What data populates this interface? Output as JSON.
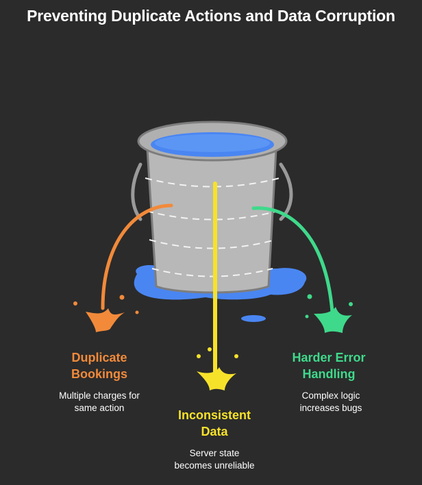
{
  "title": "Preventing Duplicate Actions and Data Corruption",
  "colors": {
    "background": "#2b2b2b",
    "orange": "#f28a3a",
    "yellow": "#f7e22a",
    "green": "#3fd98b",
    "water": "#4a86f2",
    "bucket": "#b8b8b8"
  },
  "items": [
    {
      "label_line1": "Duplicate",
      "label_line2": "Bookings",
      "desc_line1": "Multiple charges for",
      "desc_line2": "same action",
      "color": "#f28a3a"
    },
    {
      "label_line1": "Inconsistent",
      "label_line2": "Data",
      "desc_line1": "Server state",
      "desc_line2": "becomes unreliable",
      "color": "#f7e22a"
    },
    {
      "label_line1": "Harder Error",
      "label_line2": "Handling",
      "desc_line1": "Complex logic",
      "desc_line2": "increases bugs",
      "color": "#3fd98b"
    }
  ]
}
